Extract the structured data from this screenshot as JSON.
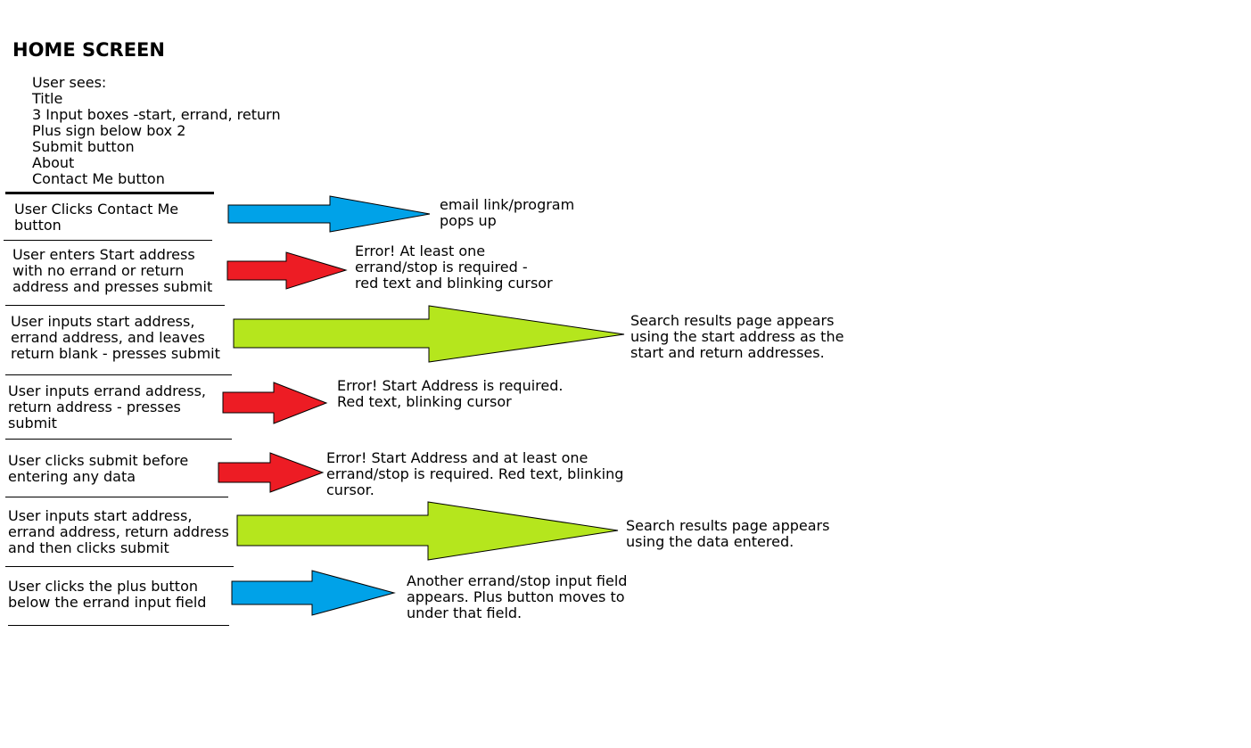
{
  "title": "HOME SCREEN",
  "user_sees": {
    "heading": "User sees:",
    "items": [
      "Title",
      "3 Input boxes -start, errand, return",
      "Plus sign below box 2",
      "Submit button",
      "About",
      "Contact Me button"
    ]
  },
  "colors": {
    "blue": "#00a2e8",
    "red": "#ed1c24",
    "green": "#b5e61d"
  },
  "flows": [
    {
      "action": "User Clicks Contact Me\nbutton",
      "result": "email link/program\npops up",
      "arrow_color": "blue"
    },
    {
      "action": "User enters Start address\nwith no errand or return\naddress and presses submit",
      "result": "Error! At least one\nerrand/stop is required -\nred text and blinking cursor",
      "arrow_color": "red"
    },
    {
      "action": "User inputs start address,\nerrand address, and leaves\nreturn blank - presses submit",
      "result": "Search results page appears\nusing the start address as the\nstart and return addresses.",
      "arrow_color": "green"
    },
    {
      "action": "User inputs errand address,\nreturn address - presses\nsubmit",
      "result": "Error! Start Address is required.\nRed text, blinking cursor",
      "arrow_color": "red"
    },
    {
      "action": "User clicks submit before\nentering any data",
      "result": "Error! Start Address and at least one\nerrand/stop is required. Red text, blinking\ncursor.",
      "arrow_color": "red"
    },
    {
      "action": "User inputs start address,\nerrand address, return address\nand then clicks submit",
      "result": "Search results page appears\nusing the data entered.",
      "arrow_color": "green"
    },
    {
      "action": "User clicks the plus button\nbelow the errand input field",
      "result": "Another errand/stop input field\nappears. Plus button moves to\nunder that field.",
      "arrow_color": "blue"
    }
  ]
}
